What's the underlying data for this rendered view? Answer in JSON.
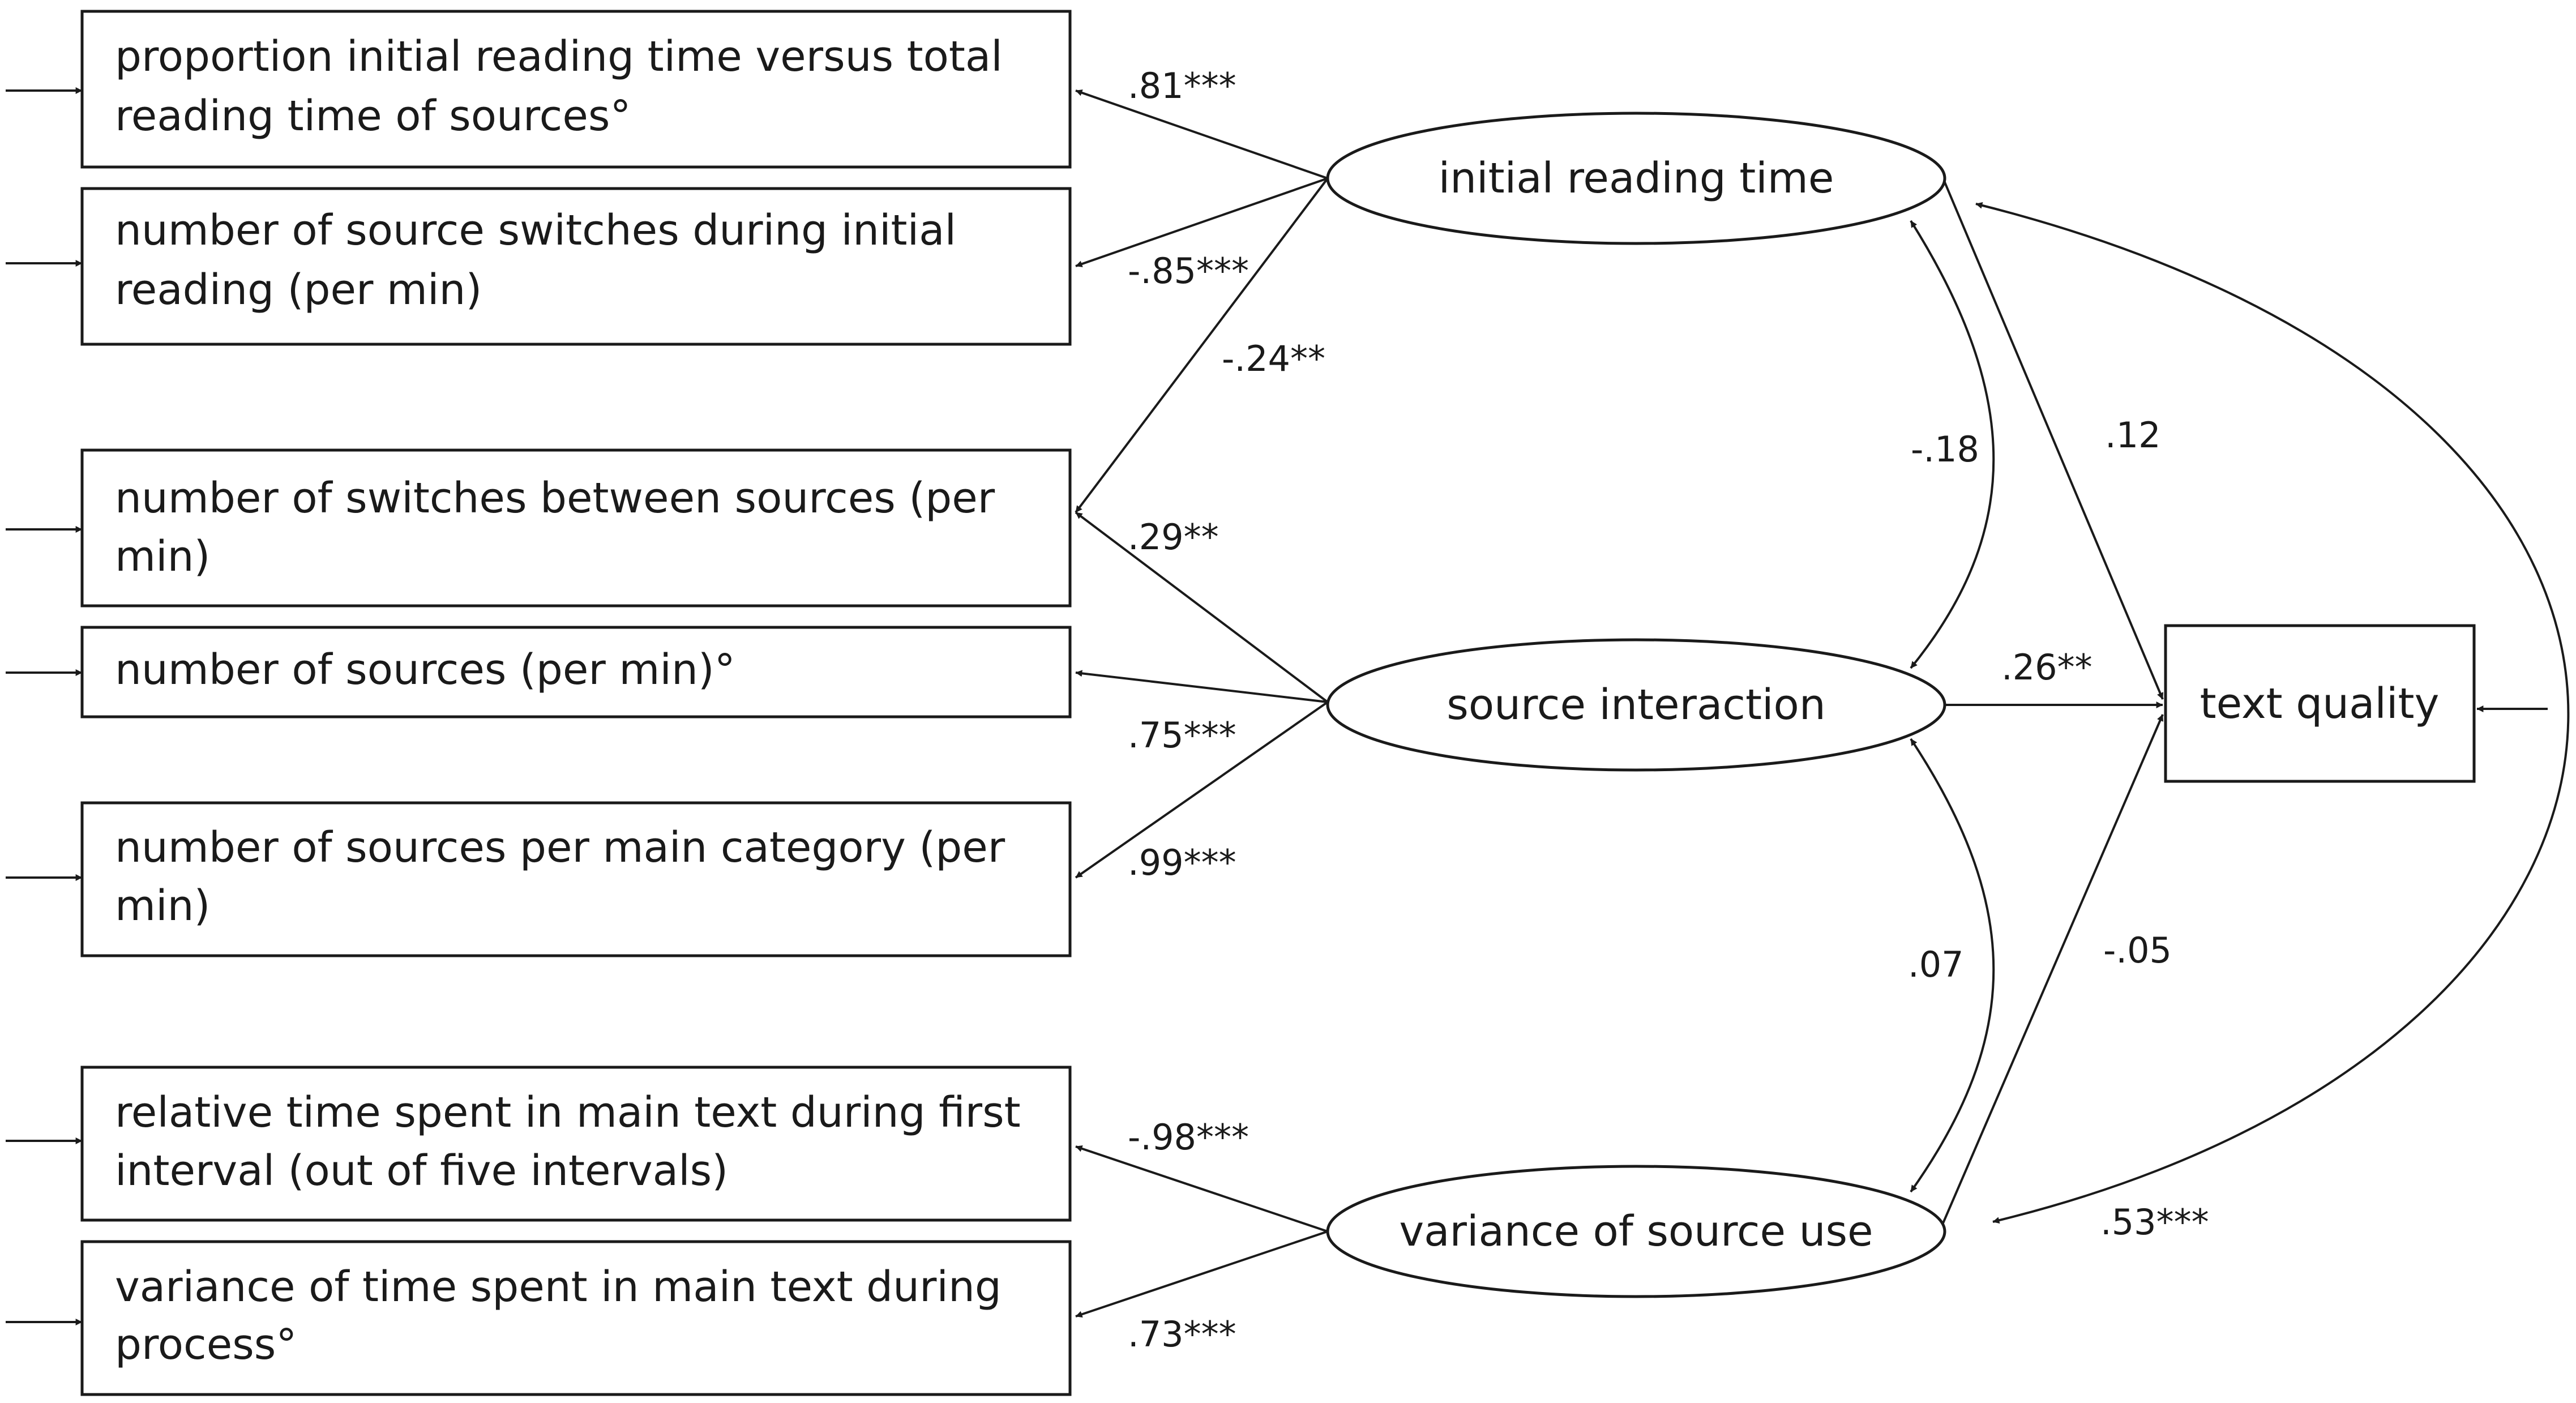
{
  "indicators": {
    "proportion_initial_reading": {
      "line1": "proportion initial reading time versus total",
      "line2": "reading time of sources°"
    },
    "source_switches_initial": {
      "line1": "number of source switches during initial",
      "line2": "reading (per min)"
    },
    "switches_between_sources": {
      "line1": "number of switches between sources (per",
      "line2": "min)"
    },
    "number_of_sources": {
      "line1": "number of sources (per min)°"
    },
    "sources_per_category": {
      "line1": "number of sources per main category (per",
      "line2": "min)"
    },
    "relative_time_main_text": {
      "line1": "relative time spent in main text during first",
      "line2": "interval (out of five intervals)"
    },
    "variance_time_main_text": {
      "line1": "variance of time spent in main text during",
      "line2": "process°"
    }
  },
  "latents": {
    "initial_reading_time": "initial reading time",
    "source_interaction": "source interaction",
    "variance_of_source_use": "variance of source use"
  },
  "outcome": "text quality",
  "loadings": {
    "initial_to_proportion": ".81***",
    "initial_to_switches": "-.85***",
    "initial_to_between": "-.24**",
    "interaction_to_between": ".29**",
    "interaction_to_sources": ".75***",
    "interaction_to_category": ".99***",
    "variance_to_relative": "-.98***",
    "variance_to_variance_time": ".73***"
  },
  "paths": {
    "initial_to_quality": ".12",
    "interaction_to_quality": ".26**",
    "variance_to_quality": "-.05"
  },
  "covariances": {
    "initial_interaction": "-.18",
    "interaction_variance": ".07",
    "initial_variance": ".53***"
  }
}
